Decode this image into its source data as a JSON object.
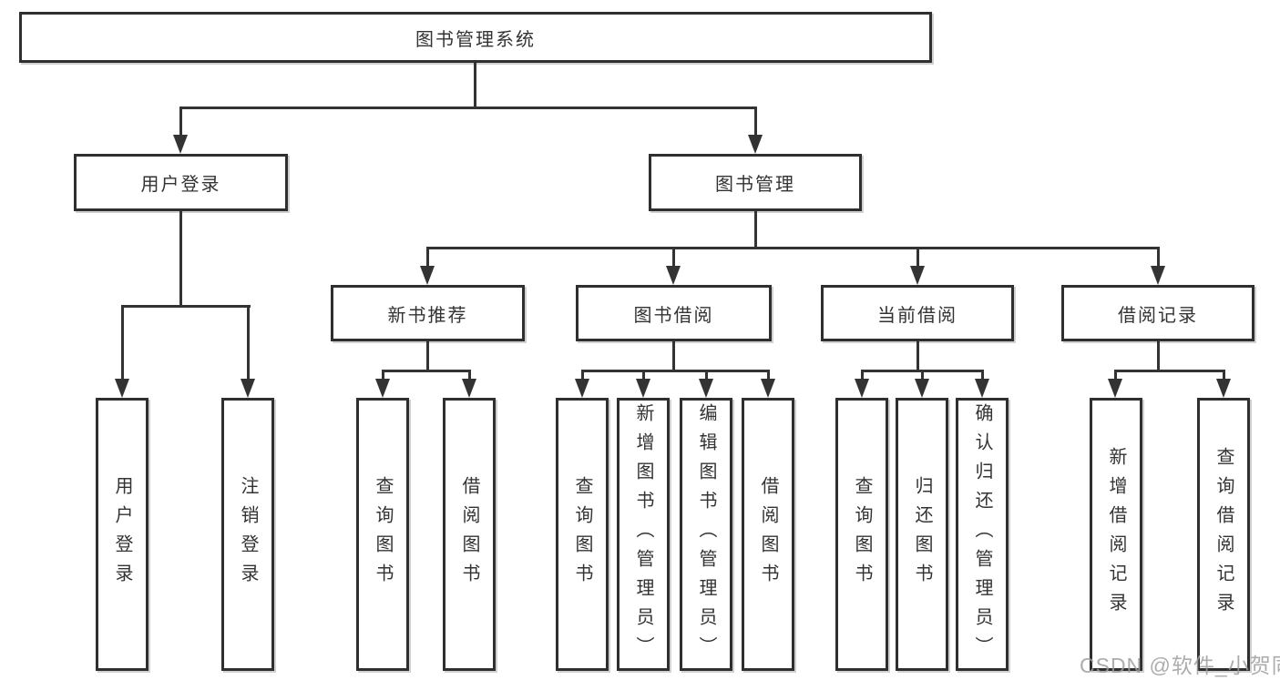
{
  "root": {
    "label": "图书管理系统",
    "children": [
      {
        "label": "用户登录",
        "children": [
          {
            "label": "用户登录"
          },
          {
            "label": "注销登录"
          }
        ]
      },
      {
        "label": "图书管理",
        "children": [
          {
            "label": "新书推荐",
            "children": [
              {
                "label": "查询图书"
              },
              {
                "label": "借阅图书"
              }
            ]
          },
          {
            "label": "图书借阅",
            "children": [
              {
                "label": "查询图书"
              },
              {
                "label": "新增图书（管理员）"
              },
              {
                "label": "编辑图书（管理员）"
              },
              {
                "label": "借阅图书"
              }
            ]
          },
          {
            "label": "当前借阅",
            "children": [
              {
                "label": "查询图书"
              },
              {
                "label": "归还图书"
              },
              {
                "label": "确认归还（管理员）"
              }
            ]
          },
          {
            "label": "借阅记录",
            "children": [
              {
                "label": "新增借阅记录"
              },
              {
                "label": "查询借阅记录"
              }
            ]
          }
        ]
      }
    ]
  },
  "watermark": {
    "text": "CSDN @软件_小贺同学"
  },
  "colors": {
    "line": "#333333",
    "box_border": "#2f2f2f",
    "box_fill": "#ffffff",
    "text": "#333333",
    "watermark": "#9e9e9e",
    "background": "#ffffff"
  }
}
